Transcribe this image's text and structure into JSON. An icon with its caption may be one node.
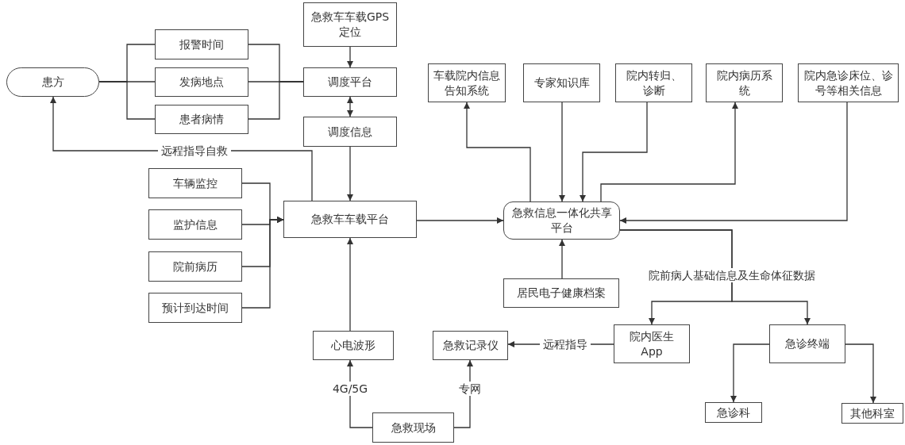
{
  "diagram": {
    "nodes": [
      {
        "text": [
          "患方"
        ]
      },
      {
        "text": [
          "报警时间"
        ]
      },
      {
        "text": [
          "发病地点"
        ]
      },
      {
        "text": [
          "患者病情"
        ]
      },
      {
        "text": [
          "急救车车载GPS定位"
        ]
      },
      {
        "text": [
          "调度平台"
        ]
      },
      {
        "text": [
          "调度信息"
        ]
      },
      {
        "text": [
          "车辆监控"
        ]
      },
      {
        "text": [
          "监护信息"
        ]
      },
      {
        "text": [
          "院前病历"
        ]
      },
      {
        "text": [
          "预计到达时间"
        ]
      },
      {
        "text": [
          "急救车车载平台"
        ]
      },
      {
        "text": [
          "车载院内信息告知系统"
        ]
      },
      {
        "text": [
          "专家知识库"
        ]
      },
      {
        "text": [
          "院内转归、诊断"
        ]
      },
      {
        "text": [
          "院内病历系统"
        ]
      },
      {
        "text": [
          "院内急诊床位、诊号等相关信息"
        ]
      },
      {
        "text": [
          "急救信息一体化共享平台"
        ]
      },
      {
        "text": [
          "居民电子健康档案"
        ]
      },
      {
        "text": [
          "心电波形"
        ]
      },
      {
        "text": [
          "急救记录仪"
        ]
      },
      {
        "text": [
          "急救现场"
        ]
      },
      {
        "text": [
          "院内医生App"
        ]
      },
      {
        "text": [
          "急诊终端"
        ]
      },
      {
        "text": [
          "急诊科"
        ]
      },
      {
        "text": [
          "其他科室"
        ]
      }
    ],
    "edges": [
      {
        "from": 0,
        "to": 1,
        "arrow": "none"
      },
      {
        "from": 0,
        "to": 2,
        "arrow": "none"
      },
      {
        "from": 0,
        "to": 3,
        "arrow": "none"
      },
      {
        "from": 1,
        "to": 5,
        "arrow": "none"
      },
      {
        "from": 2,
        "to": 5,
        "arrow": "none"
      },
      {
        "from": 3,
        "to": 5,
        "arrow": "none"
      },
      {
        "from": 4,
        "to": 5,
        "arrow": "to"
      },
      {
        "from": 5,
        "to": 6,
        "arrow": "both"
      },
      {
        "from": 6,
        "to": 11,
        "arrow": "to"
      },
      {
        "from": 11,
        "to": 0,
        "arrow": "to",
        "label": "远程指导自救"
      },
      {
        "from": 7,
        "to": 11,
        "arrow": "to"
      },
      {
        "from": 8,
        "to": 11,
        "arrow": "to"
      },
      {
        "from": 9,
        "to": 11,
        "arrow": "to"
      },
      {
        "from": 10,
        "to": 11,
        "arrow": "to"
      },
      {
        "from": 19,
        "to": 11,
        "arrow": "to"
      },
      {
        "from": 11,
        "to": 17,
        "arrow": "to"
      },
      {
        "from": 17,
        "to": 12,
        "arrow": "to"
      },
      {
        "from": 13,
        "to": 17,
        "arrow": "to"
      },
      {
        "from": 14,
        "to": 17,
        "arrow": "to"
      },
      {
        "from": 17,
        "to": 15,
        "arrow": "to"
      },
      {
        "from": 16,
        "to": 17,
        "arrow": "to"
      },
      {
        "from": 18,
        "to": 17,
        "arrow": "to"
      },
      {
        "from": 17,
        "to": 22,
        "arrow": "to",
        "label": "院前病人基础信息及生命体征数据"
      },
      {
        "from": 17,
        "to": 23,
        "arrow": "to"
      },
      {
        "from": 22,
        "to": 20,
        "arrow": "to",
        "label": "远程指导"
      },
      {
        "from": 21,
        "to": 19,
        "arrow": "to",
        "label": "4G/5G"
      },
      {
        "from": 21,
        "to": 20,
        "arrow": "to",
        "label": "专网"
      },
      {
        "from": 23,
        "to": 24,
        "arrow": "to"
      },
      {
        "from": 23,
        "to": 25,
        "arrow": "to"
      }
    ]
  }
}
